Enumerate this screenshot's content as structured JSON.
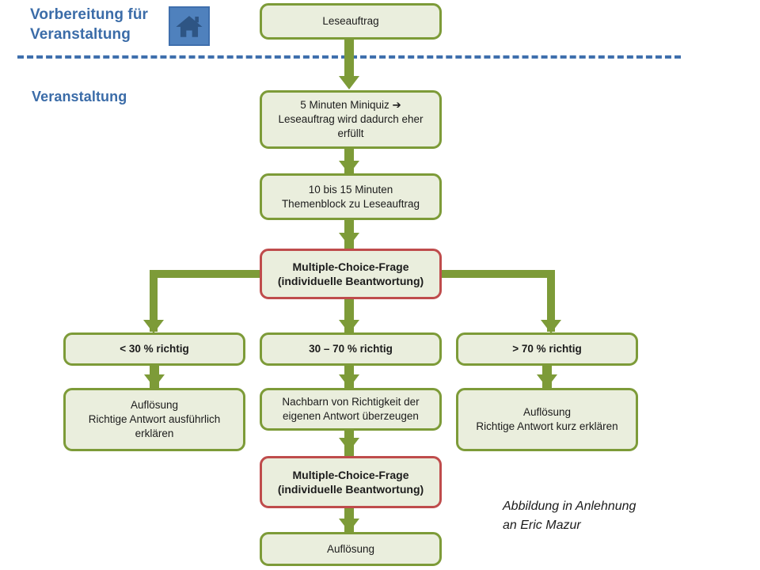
{
  "header": {
    "preparation_label": "Vorbereitung für\nVeranstaltung",
    "event_label": "Veranstaltung",
    "home_icon_name": "home-icon",
    "accent_blue": "#3b6ca8",
    "divider_color": "#3f6fad"
  },
  "theme": {
    "box_fill": "#eaeedd",
    "box_border": "#7d9b38",
    "highlight_border": "#bf4c4c",
    "connector": "#7d9b38",
    "text": "#1c1c1c"
  },
  "chart_data": {
    "type": "diagram",
    "title": "Vorbereitung für Veranstaltung / Veranstaltung",
    "nodes": [
      {
        "id": "leseauftrag",
        "label": "Leseauftrag",
        "style": "normal"
      },
      {
        "id": "miniquiz",
        "label": "5 Minuten Miniquiz ➔\nLeseauftrag wird dadurch eher\nerfüllt",
        "style": "normal"
      },
      {
        "id": "themenblock",
        "label": "10 bis 15 Minuten\nThemenblock zu Leseauftrag",
        "style": "normal"
      },
      {
        "id": "mc1",
        "label": "Multiple-Choice-Frage\n(individuelle Beantwortung)",
        "style": "highlight"
      },
      {
        "id": "lt30",
        "label": "< 30 % richtig",
        "style": "bold"
      },
      {
        "id": "mid30_70",
        "label": "30 – 70 % richtig",
        "style": "bold"
      },
      {
        "id": "gt70",
        "label": "> 70 % richtig",
        "style": "bold"
      },
      {
        "id": "aufl_lang",
        "label": "Auflösung\nRichtige Antwort ausführlich\nerklären",
        "style": "normal"
      },
      {
        "id": "nachbarn",
        "label": "Nachbarn von Richtigkeit der\neigenen Antwort überzeugen",
        "style": "normal"
      },
      {
        "id": "aufl_kurz",
        "label": "Auflösung\nRichtige Antwort kurz erklären",
        "style": "normal"
      },
      {
        "id": "mc2",
        "label": "Multiple-Choice-Frage\n(individuelle Beantwortung)",
        "style": "highlight"
      },
      {
        "id": "aufloesung",
        "label": "Auflösung",
        "style": "normal"
      }
    ],
    "edges": [
      {
        "from": "leseauftrag",
        "to": "miniquiz"
      },
      {
        "from": "miniquiz",
        "to": "themenblock"
      },
      {
        "from": "themenblock",
        "to": "mc1"
      },
      {
        "from": "mc1",
        "to": "lt30"
      },
      {
        "from": "mc1",
        "to": "mid30_70"
      },
      {
        "from": "mc1",
        "to": "gt70"
      },
      {
        "from": "lt30",
        "to": "aufl_lang"
      },
      {
        "from": "mid30_70",
        "to": "nachbarn"
      },
      {
        "from": "gt70",
        "to": "aufl_kurz"
      },
      {
        "from": "nachbarn",
        "to": "mc2"
      },
      {
        "from": "mc2",
        "to": "aufloesung"
      }
    ]
  },
  "credit": {
    "text": "Abbildung in Anlehnung\nan Eric Mazur"
  }
}
